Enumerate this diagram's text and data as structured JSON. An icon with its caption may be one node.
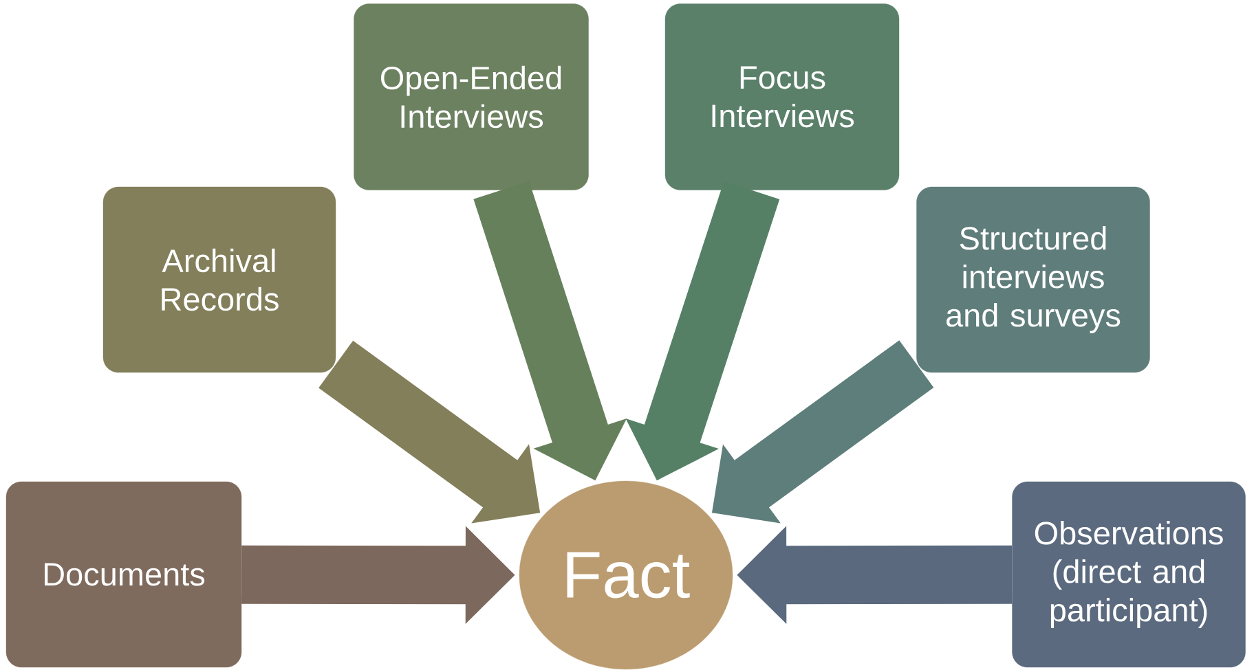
{
  "diagram": {
    "nodes": [
      {
        "text": [
          "Documents"
        ]
      },
      {
        "text": [
          "Archival Records"
        ]
      },
      {
        "text": [
          "Open-Ended Interviews"
        ]
      },
      {
        "text": [
          "Focus Interviews"
        ]
      },
      {
        "text": [
          "Structured interviews and surveys"
        ]
      },
      {
        "text": [
          "Observations (direct and participant)"
        ]
      },
      {
        "text": [
          "Fact"
        ]
      }
    ],
    "edges": [
      {
        "from": 0,
        "to": 6,
        "arrow": "to",
        "color": "#7c685c"
      },
      {
        "from": 1,
        "to": 6,
        "arrow": "to",
        "color": "#837f5a"
      },
      {
        "from": 2,
        "to": 6,
        "arrow": "to",
        "color": "#66805c"
      },
      {
        "from": 3,
        "to": 6,
        "arrow": "to",
        "color": "#558066"
      },
      {
        "from": 4,
        "to": 6,
        "arrow": "to",
        "color": "#5e7e7b"
      },
      {
        "from": 5,
        "to": 6,
        "arrow": "to",
        "color": "#5a697d"
      }
    ]
  }
}
